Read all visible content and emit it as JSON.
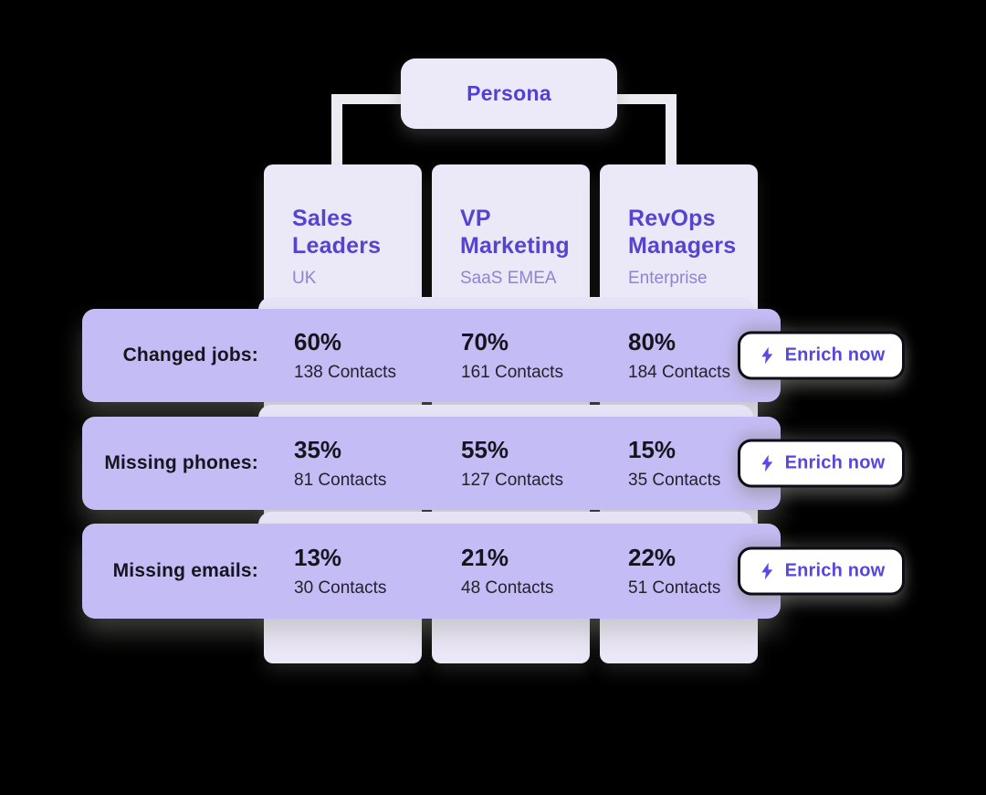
{
  "persona": {
    "label": "Persona"
  },
  "columns": [
    {
      "title": "Sales Leaders",
      "subtitle": "UK"
    },
    {
      "title": "VP Marketing",
      "subtitle": "SaaS EMEA"
    },
    {
      "title": "RevOps Managers",
      "subtitle": "Enterprise"
    }
  ],
  "rows": [
    {
      "label": "Changed jobs:",
      "cells": [
        {
          "percent": "60%",
          "contacts": "138 Contacts"
        },
        {
          "percent": "70%",
          "contacts": "161 Contacts"
        },
        {
          "percent": "80%",
          "contacts": "184 Contacts"
        }
      ],
      "action": {
        "label": "Enrich now"
      }
    },
    {
      "label": "Missing phones:",
      "cells": [
        {
          "percent": "35%",
          "contacts": "81 Contacts"
        },
        {
          "percent": "55%",
          "contacts": "127 Contacts"
        },
        {
          "percent": "15%",
          "contacts": "35 Contacts"
        }
      ],
      "action": {
        "label": "Enrich now"
      }
    },
    {
      "label": "Missing emails:",
      "cells": [
        {
          "percent": "13%",
          "contacts": "30 Contacts"
        },
        {
          "percent": "21%",
          "contacts": "48 Contacts"
        },
        {
          "percent": "22%",
          "contacts": "51 Contacts"
        }
      ],
      "action": {
        "label": "Enrich now"
      }
    }
  ],
  "colors": {
    "background": "#000000",
    "row_bg": "#C4BCF4",
    "panel_bg": "#EBE8F8",
    "accent_purple": "#5444CE",
    "subtitle_purple": "#8D85D2",
    "text_dark": "#16141E",
    "button_purple": "#5646E0",
    "button_border": "#0E0C15",
    "button_bg": "#FFFFFF"
  }
}
